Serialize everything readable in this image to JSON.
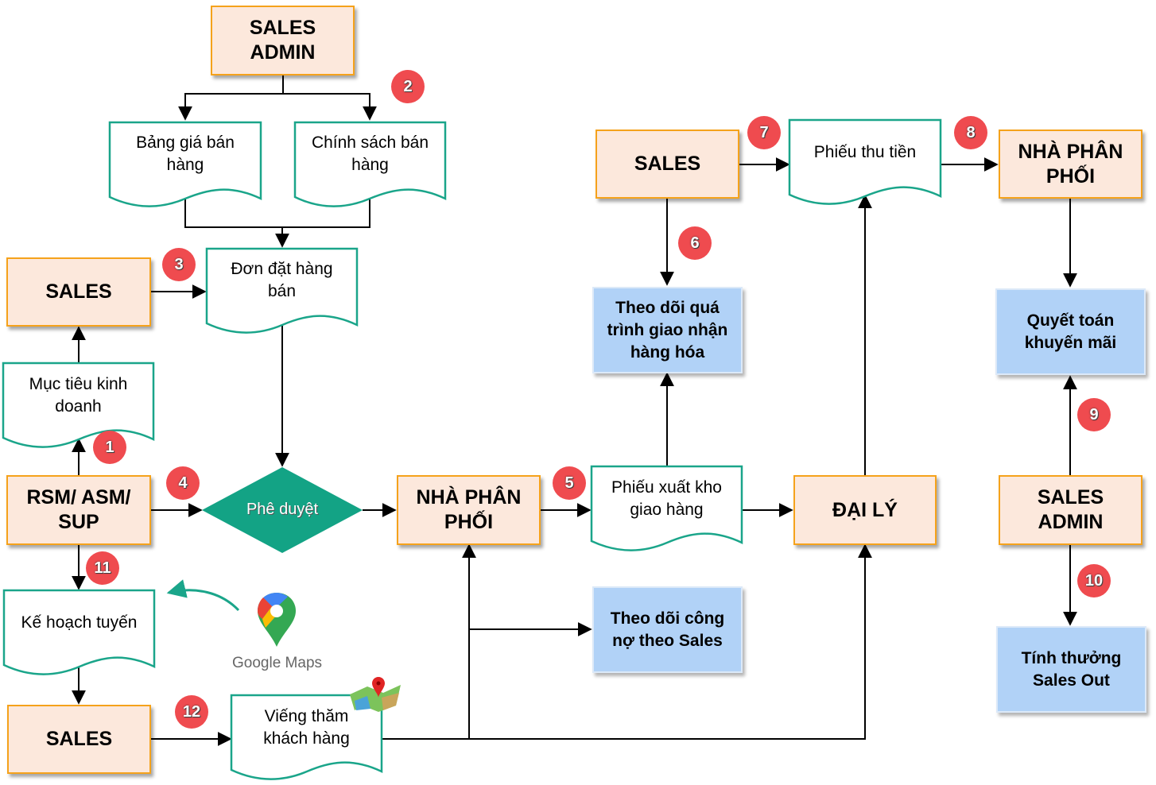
{
  "diagram": {
    "colors": {
      "actor_fill": "#fce8dc",
      "actor_border": "#f5a21b",
      "document_border": "#1aa58a",
      "note_fill": "#b1d2f7",
      "decision_fill": "#13a385",
      "badge_fill": "#ef4b4f"
    },
    "actors": {
      "sales_admin_top": "SALES\nADMIN",
      "sales_left": "SALES",
      "rsm": "RSM/ ASM/\nSUP",
      "sales_bottom": "SALES",
      "npp_middle": "NHÀ PHÂN\nPHỐI",
      "sales_top_mid": "SALES",
      "dai_ly": "ĐẠI LÝ",
      "npp_right": "NHÀ PHÂN\nPHỐI",
      "sales_admin_right": "SALES\nADMIN"
    },
    "documents": {
      "bang_gia": "Bảng giá bán\nhàng",
      "chinh_sach": "Chính sách bán\nhàng",
      "don_dat_hang": "Đơn đặt hàng\nbán",
      "muc_tieu": "Mục tiêu kinh\ndoanh",
      "ke_hoach": "Kế hoạch tuyến",
      "vieng_tham": "Viếng thăm\nkhách hàng",
      "phieu_xuat_kho": "Phiếu xuất kho\ngiao hàng",
      "phieu_thu": "Phiếu thu tiền"
    },
    "notes": {
      "theo_doi_giao_nhan": "Theo dõi quá\ntrình giao nhận\nhàng hóa",
      "theo_doi_cong_no": "Theo dõi công\nnợ theo Sales",
      "quyet_toan": "Quyết toán\nkhuyến mãi",
      "tinh_thuong": "Tính thưởng\nSales Out"
    },
    "decision": {
      "phe_duyet": "Phê duyệt"
    },
    "badges": [
      "1",
      "2",
      "3",
      "4",
      "5",
      "6",
      "7",
      "8",
      "9",
      "10",
      "11",
      "12"
    ],
    "integrations": {
      "google_maps_label": "Google Maps",
      "google_maps_icon": "google-maps-pin-icon",
      "map_icon": "folded-map-pin-icon"
    }
  }
}
